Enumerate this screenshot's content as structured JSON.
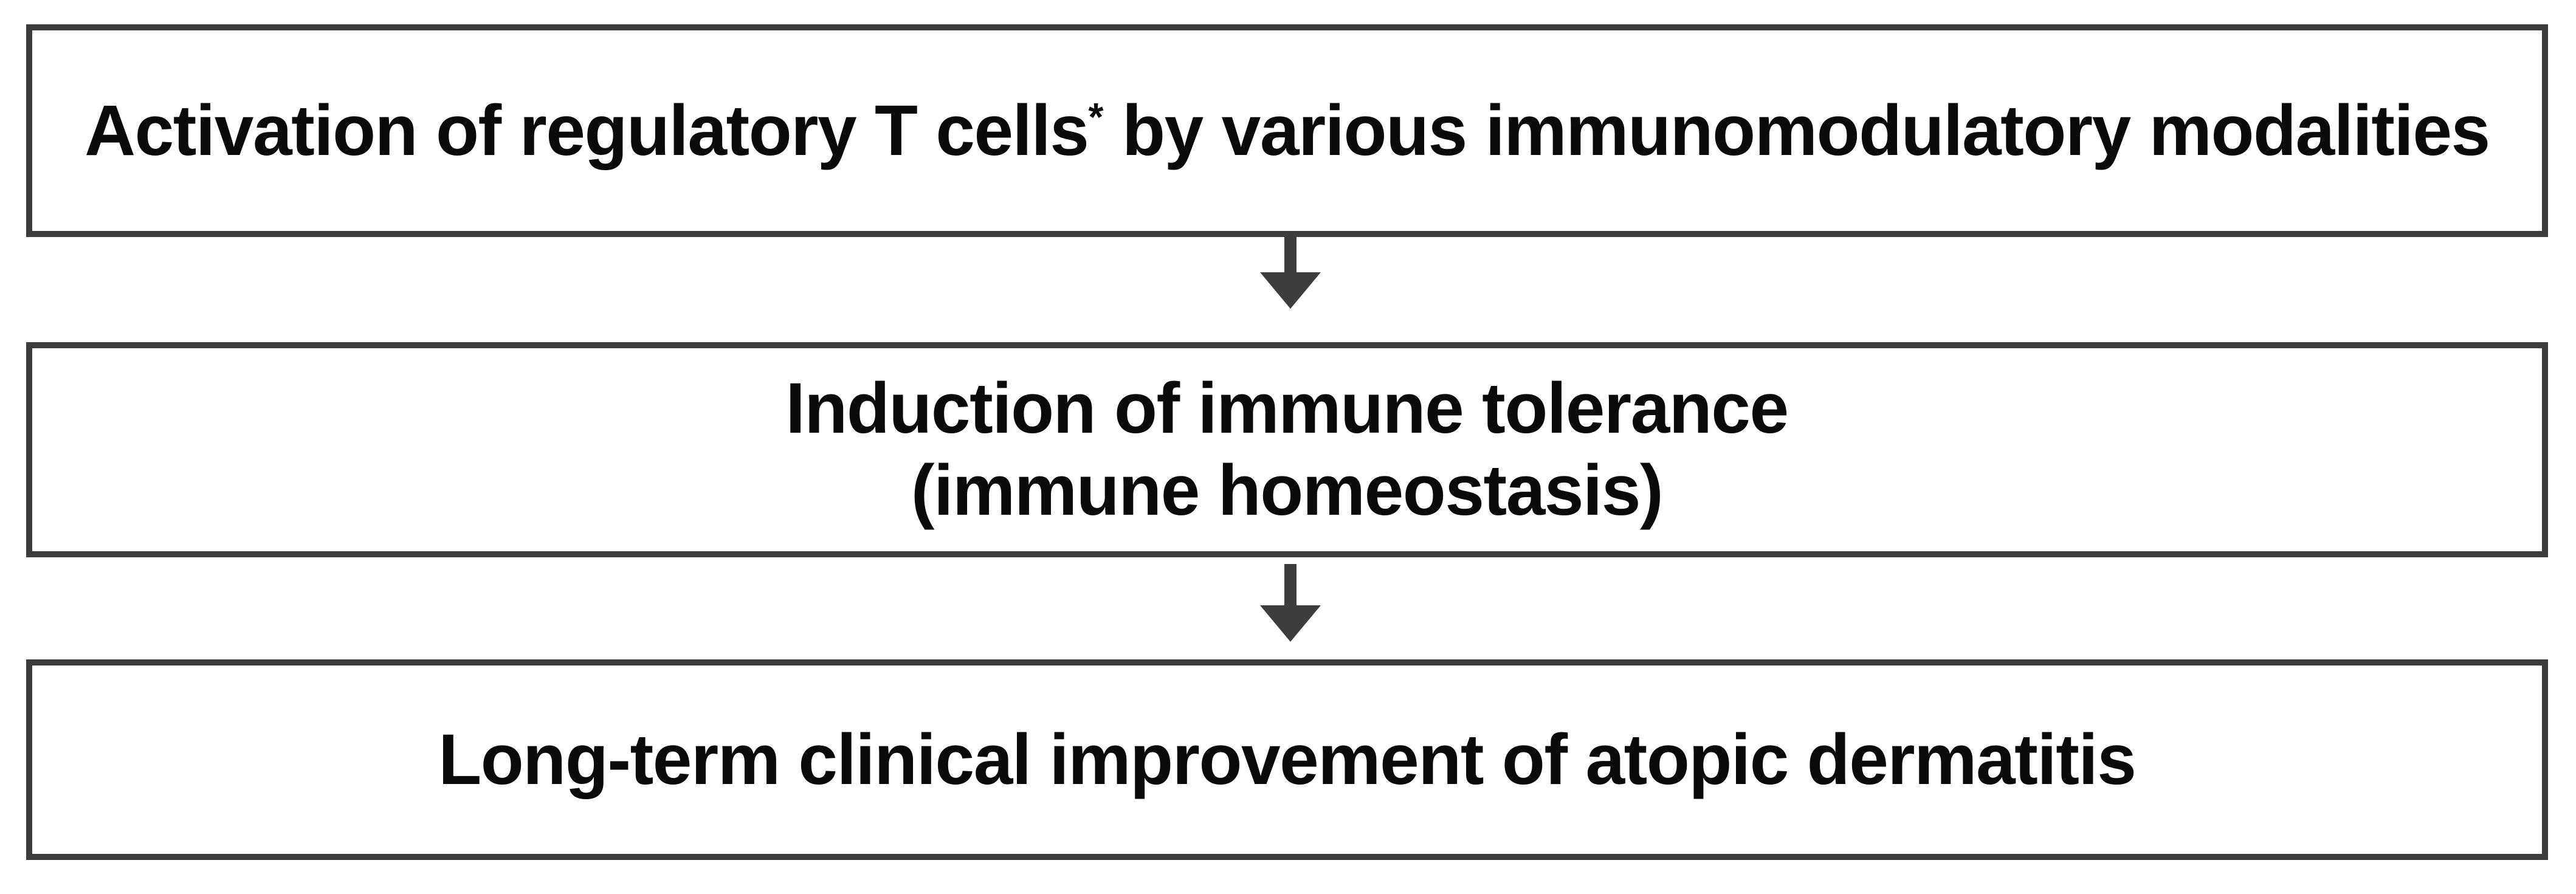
{
  "diagram": {
    "type": "vertical-flowchart",
    "orientation": "top-to-bottom",
    "background_color": "#ffffff",
    "box_border_color": "#3c3c3c",
    "box_fill_color": "#ffffff",
    "arrow_color": "#3d3d3d",
    "text_color": "#0a0a0a",
    "nodes": [
      {
        "id": "box-1",
        "text_prefix": "Activation of regulatory T cells",
        "superscript": "*",
        "text_suffix": " by various immunomodulatory modalities",
        "full_text": "Activation of regulatory T cells* by various immunomodulatory modalities"
      },
      {
        "id": "box-2",
        "line_1": "Induction of immune tolerance",
        "line_2": "(immune homeostasis)",
        "full_text": "Induction of immune tolerance\n(immune homeostasis)"
      },
      {
        "id": "box-3",
        "line_1": "Long-term clinical improvement of atopic dermatitis",
        "full_text": "Long-term clinical improvement of atopic dermatitis"
      }
    ],
    "connectors": [
      {
        "id": "arrow-1",
        "from": "box-1",
        "to": "box-2",
        "glyph": "down-arrow"
      },
      {
        "id": "arrow-2",
        "from": "box-2",
        "to": "box-3",
        "glyph": "down-arrow"
      }
    ]
  }
}
